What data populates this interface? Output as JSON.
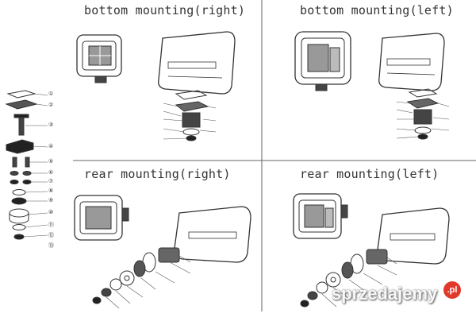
{
  "titles": {
    "top_left": "bottom mounting(right)",
    "top_right": "bottom mounting(left)",
    "bottom_left": "rear mounting(right)",
    "bottom_right": "rear mounting(left)"
  },
  "parts_legend": [
    "①",
    "②",
    "③",
    "④",
    "⑤",
    "⑥",
    "⑦",
    "⑧",
    "⑨",
    "⑩",
    "⑪",
    "⑫",
    "⑬"
  ],
  "watermark": {
    "text": "sprzedajemy",
    "badge": ".pl"
  }
}
